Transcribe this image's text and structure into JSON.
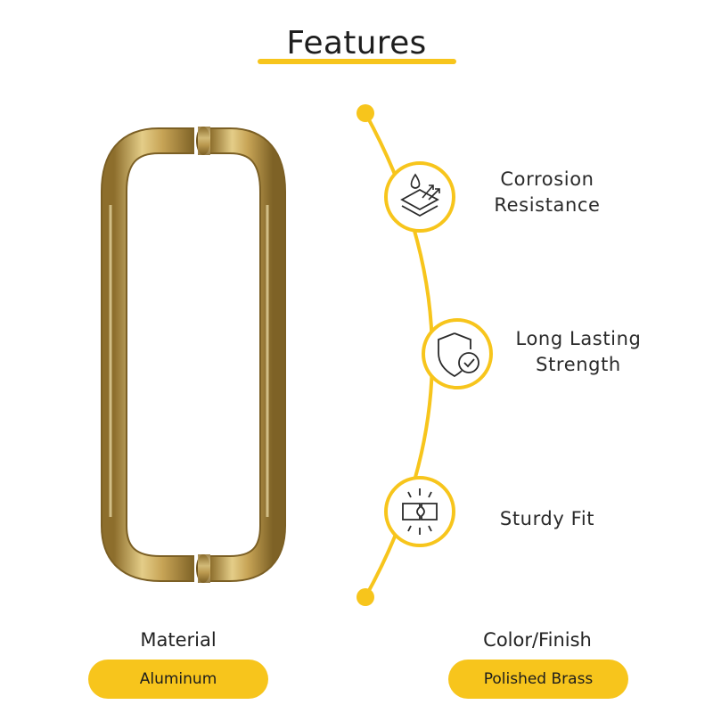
{
  "title": "Features",
  "colors": {
    "accent": "#f7c51c",
    "brass": "#c9a654",
    "text": "#222222"
  },
  "features": [
    {
      "label": "Corrosion\nResistance",
      "icon": "water-drop-layers-icon"
    },
    {
      "label": "Long Lasting\nStrength",
      "icon": "shield-check-icon"
    },
    {
      "label": "Sturdy Fit",
      "icon": "puzzle-fit-icon"
    }
  ],
  "specs": {
    "material": {
      "label": "Material",
      "value": "Aluminum"
    },
    "finish": {
      "label": "Color/Finish",
      "value": "Polished Brass"
    }
  }
}
